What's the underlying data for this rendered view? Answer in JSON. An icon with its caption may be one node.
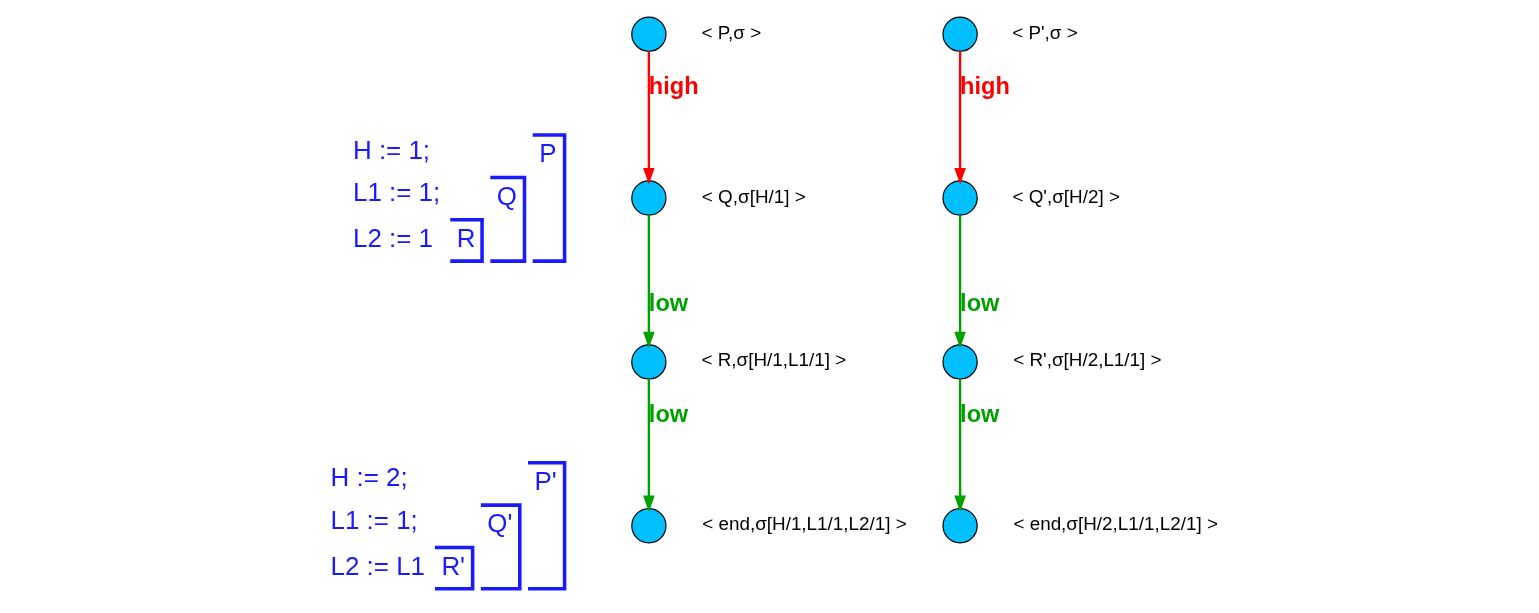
{
  "diagram": {
    "nodes": [
      {
        "text": [],
        "shape": "circle",
        "beside": [
          "< P,σ >"
        ]
      },
      {
        "text": [],
        "shape": "circle",
        "beside": [
          "< Q,σ[H/1] >"
        ]
      },
      {
        "text": [],
        "shape": "circle",
        "beside": [
          "< R,σ[H/1,L1/1] >"
        ]
      },
      {
        "text": [],
        "shape": "circle",
        "beside": [
          "< end,σ[H/1,L1/1,L2/1] >"
        ]
      },
      {
        "text": [],
        "shape": "circle",
        "beside": [
          "< P',σ >"
        ]
      },
      {
        "text": [],
        "shape": "circle",
        "beside": [
          "< Q',σ[H/2] >"
        ]
      },
      {
        "text": [],
        "shape": "circle",
        "beside": [
          "< R',σ[H/2,L1/1] >"
        ]
      },
      {
        "text": [],
        "shape": "circle",
        "beside": [
          "< end,σ[H/2,L1/1,L2/1] >"
        ]
      }
    ],
    "edges": [
      {
        "from": 0,
        "to": 1,
        "arrow": "to",
        "label": "high",
        "color": "#ff0000"
      },
      {
        "from": 1,
        "to": 2,
        "arrow": "to",
        "label": "low",
        "color": "#00a000"
      },
      {
        "from": 2,
        "to": 3,
        "arrow": "to",
        "label": "low",
        "color": "#00a000"
      },
      {
        "from": 4,
        "to": 5,
        "arrow": "to",
        "label": "high",
        "color": "#ff0000"
      },
      {
        "from": 5,
        "to": 6,
        "arrow": "to",
        "label": "low",
        "color": "#00a000"
      },
      {
        "from": 6,
        "to": 7,
        "arrow": "to",
        "label": "low",
        "color": "#00a000"
      }
    ],
    "labels": [
      "H := 1;",
      "P",
      "L1 := 1;",
      "Q",
      "L2 := 1",
      "R",
      "H := 2;",
      "P'",
      "L1 := 1;",
      "Q'",
      "L2 := L1",
      "R'"
    ]
  }
}
